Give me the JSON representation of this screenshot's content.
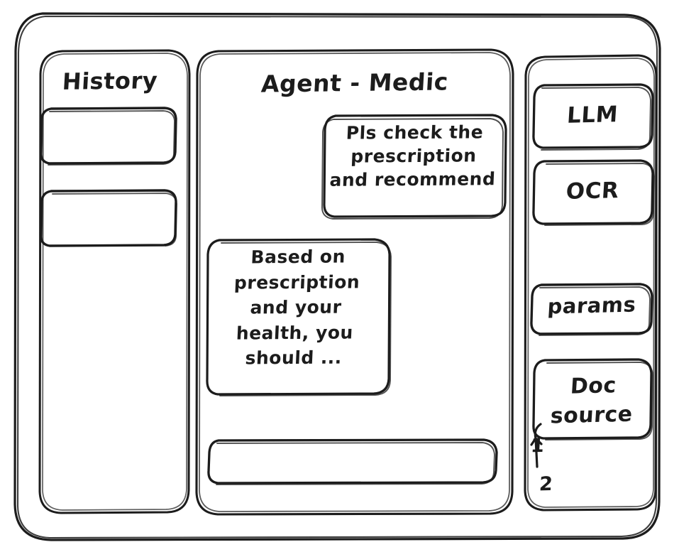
{
  "window": {
    "frame_name": "app-window",
    "stroke_color": "#1c1c1c",
    "background_color": "#ffffff"
  },
  "sidebar_left": {
    "title": "History",
    "items": [
      {
        "label": ""
      },
      {
        "label": ""
      }
    ]
  },
  "main": {
    "title": "Agent - Medic",
    "messages": [
      {
        "role": "user",
        "text": "Pls check the\nprescription\nand recommend"
      },
      {
        "role": "assistant",
        "text": "Based on\nprescription\nand your\nhealth, you\nshould ..."
      }
    ],
    "composer": {
      "value": "",
      "placeholder": ""
    }
  },
  "sidebar_right": {
    "cards": [
      {
        "label": "LLM"
      },
      {
        "label": "OCR"
      },
      {
        "label": "params"
      },
      {
        "label": "Doc\nsource"
      }
    ],
    "doc_source_items": [
      {
        "label": "1"
      },
      {
        "label": "2"
      }
    ]
  }
}
